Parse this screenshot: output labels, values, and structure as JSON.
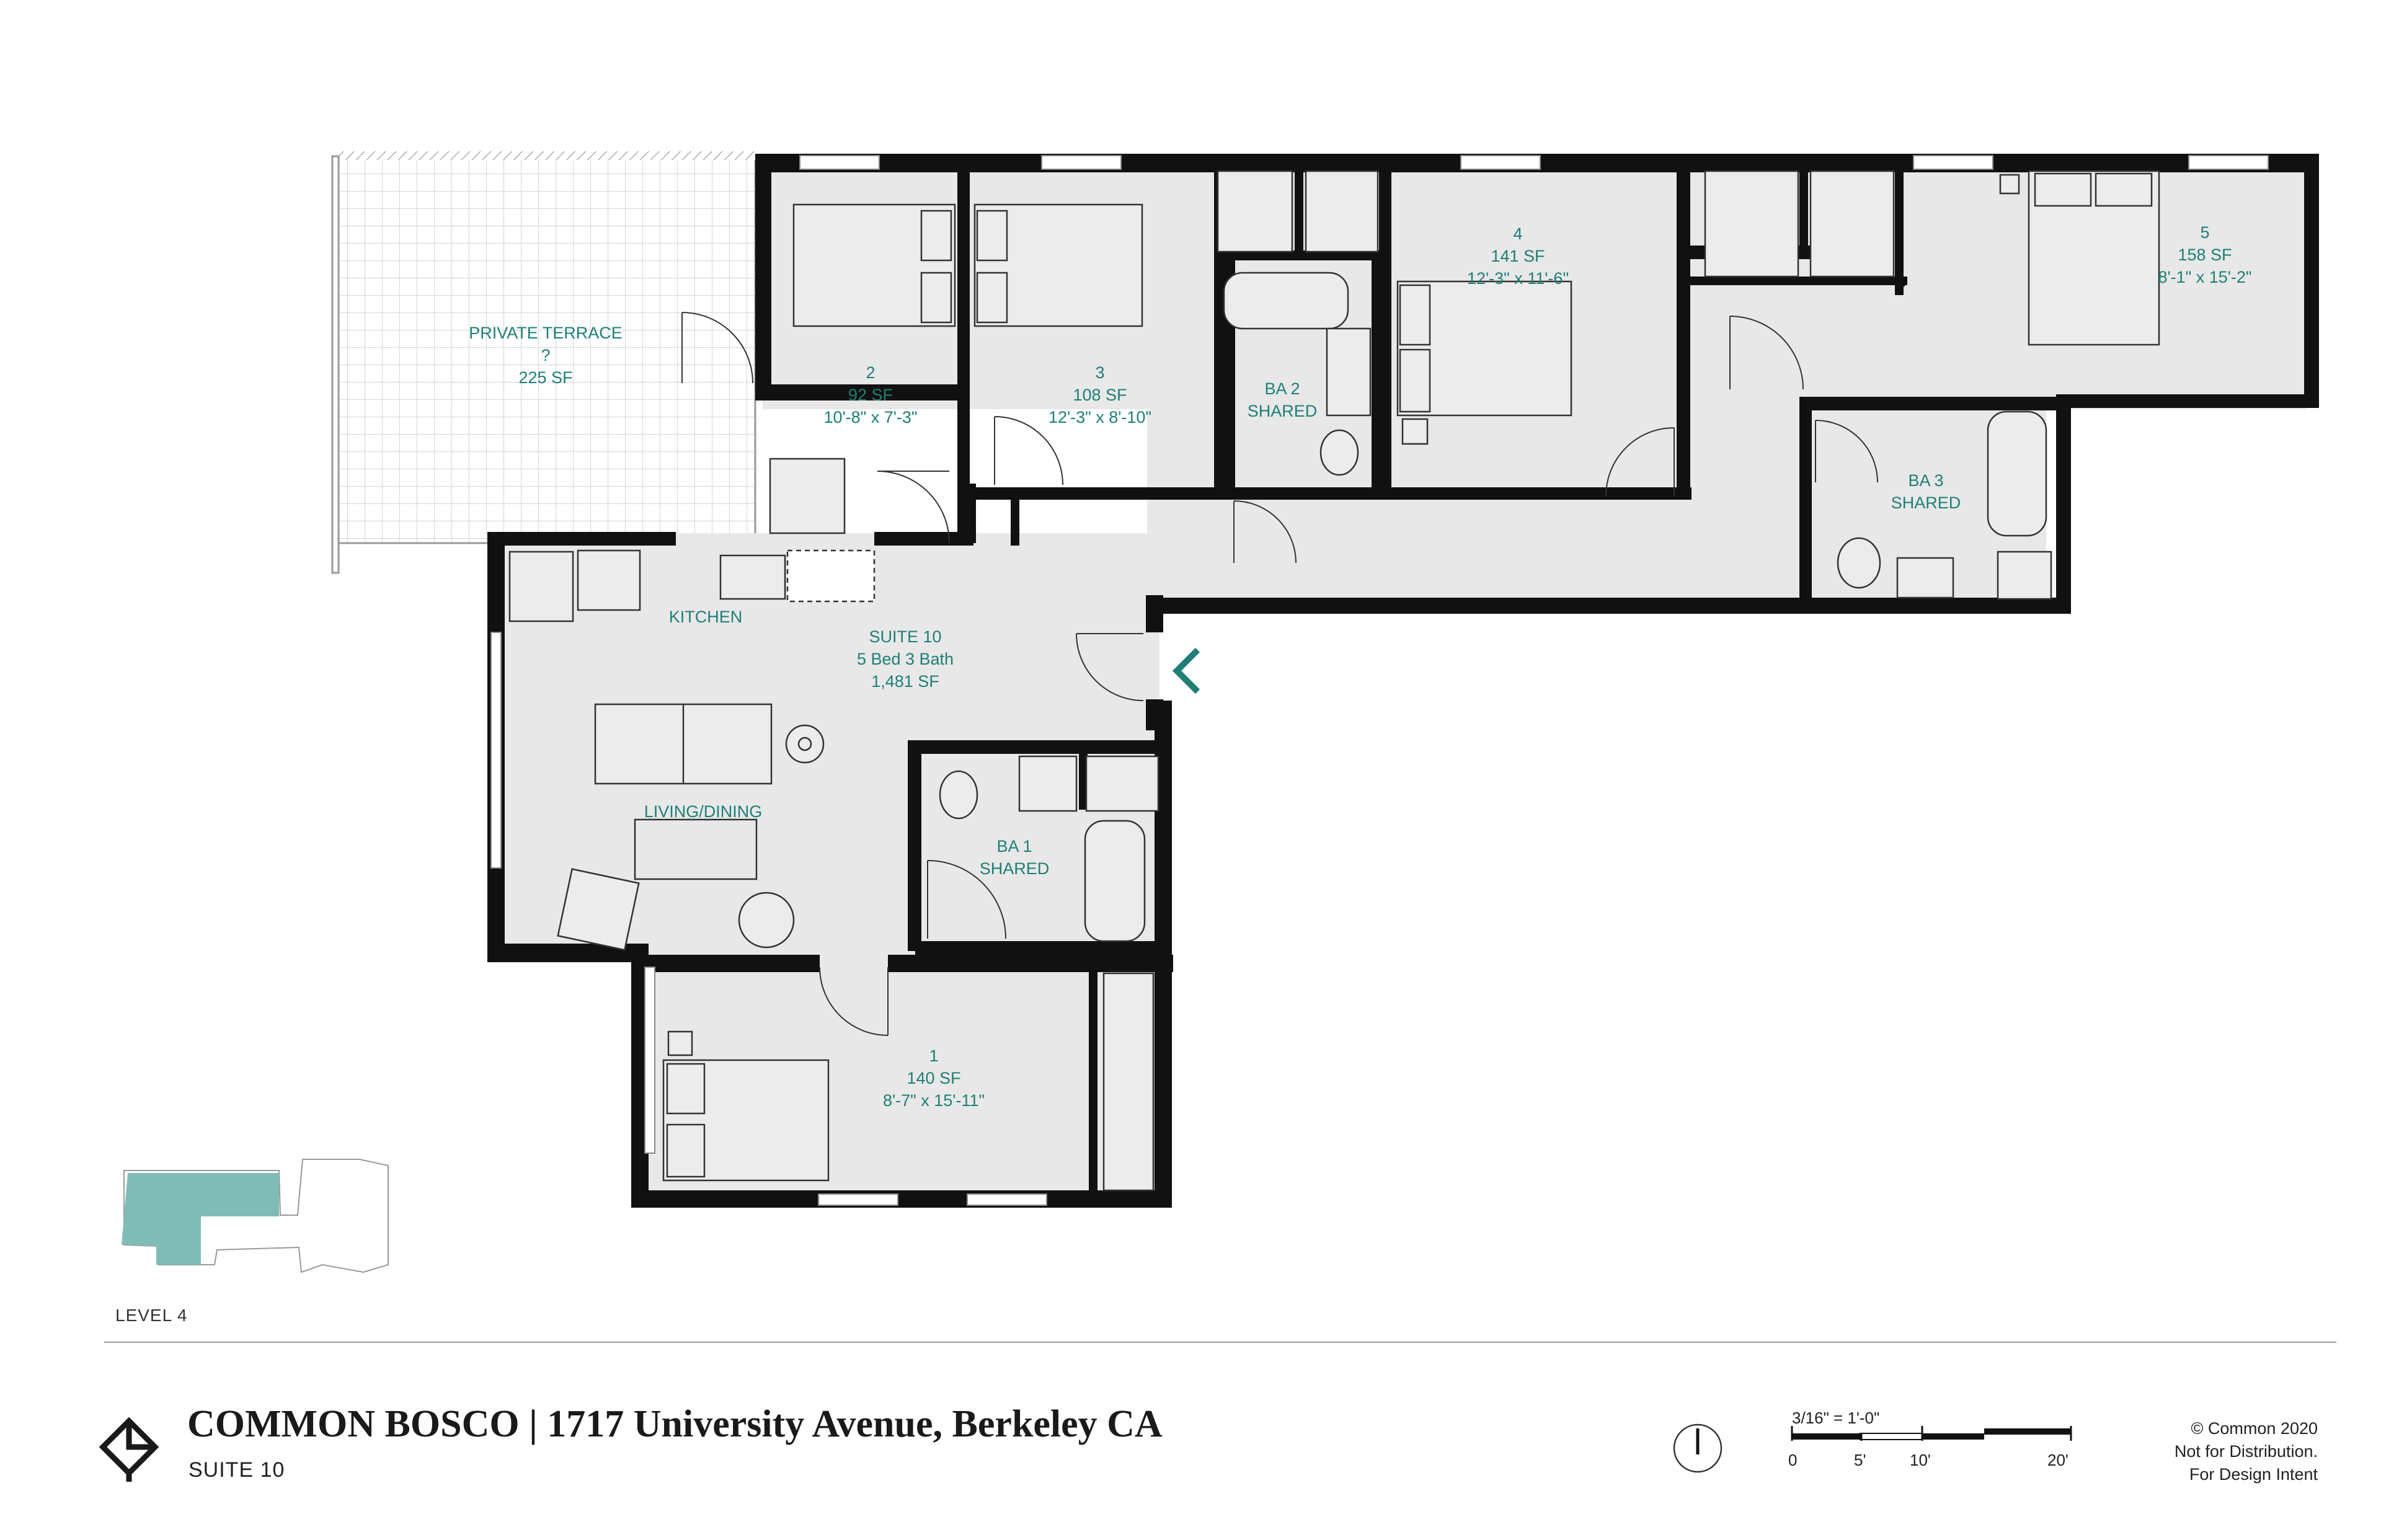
{
  "rooms": {
    "terrace": {
      "name": "PRIVATE TERRACE",
      "mark": "?",
      "area": "225 SF"
    },
    "bed2": {
      "number": "2",
      "area": "92 SF",
      "dims": "10'-8\" x 7'-3\""
    },
    "bed3": {
      "number": "3",
      "area": "108 SF",
      "dims": "12'-3\" x 8'-10\""
    },
    "bath2": {
      "name": "BA 2",
      "note": "SHARED"
    },
    "bed4": {
      "number": "4",
      "area": "141 SF",
      "dims": "12'-3\" x 11'-6\""
    },
    "bed5": {
      "number": "5",
      "area": "158 SF",
      "dims": "8'-1\" x 15'-2\""
    },
    "bath3": {
      "name": "BA 3",
      "note": "SHARED"
    },
    "kitchen": {
      "name": "KITCHEN"
    },
    "suite": {
      "name": "SUITE 10",
      "beds": "5 Bed 3 Bath",
      "area": "1,481 SF"
    },
    "living": {
      "name": "LIVING/DINING"
    },
    "bath1": {
      "name": "BA 1",
      "note": "SHARED"
    },
    "bed1": {
      "number": "1",
      "area": "140 SF",
      "dims": "8'-7\" x 15'-11\""
    }
  },
  "footer": {
    "level": "LEVEL 4",
    "title": "COMMON BOSCO | 1717 University Avenue, Berkeley CA",
    "suite": "SUITE 10",
    "scale_ratio": "3/16\" = 1'-0\"",
    "scale_ticks": [
      "0",
      "5'",
      "10'",
      "20'"
    ],
    "copyright": [
      "© Common 2020",
      "Not for Distribution.",
      "For Design Intent"
    ]
  },
  "colors": {
    "wall": "#111111",
    "floor": "#e8e8e8",
    "label": "#1f7f77",
    "keyplan_highlight": "#7fbcb6",
    "entry_arrow": "#1f7f77"
  },
  "icons": {
    "entry": "chevron-left-icon",
    "north": "north-arrow-icon",
    "logo": "common-logo-icon"
  }
}
